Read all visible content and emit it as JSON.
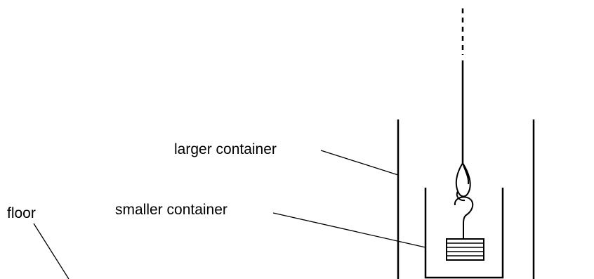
{
  "labels": {
    "larger_container": "larger container",
    "smaller_container": "smaller container",
    "floor": "floor"
  }
}
